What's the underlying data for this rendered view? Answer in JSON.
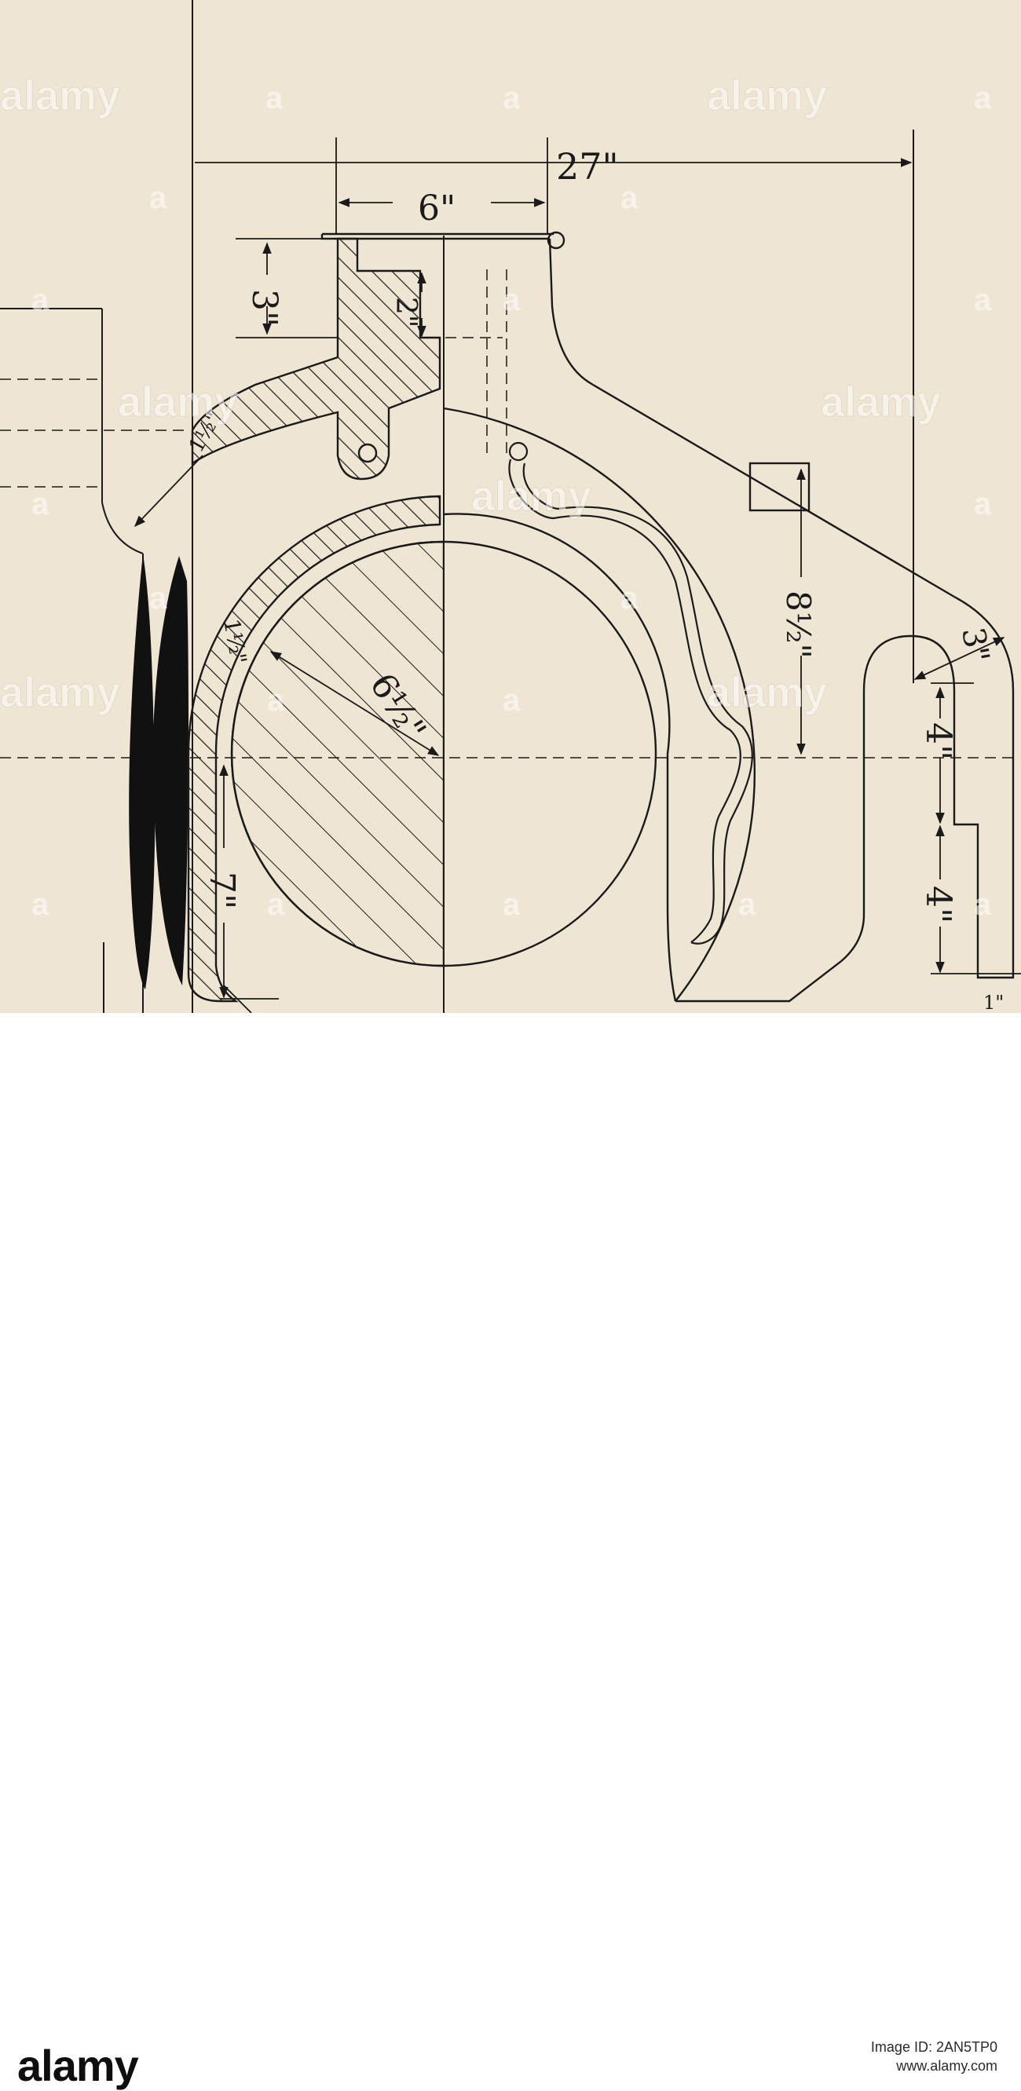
{
  "drawing": {
    "labels": {
      "overall_width": "27\"",
      "neck_width": "6\"",
      "neck_depth": "3\"",
      "seat_depth": "2\"",
      "wall_left": "1½\"",
      "shell_thickness": "1½\"",
      "shaft_radius": "6½\"",
      "lower_left": "7\"",
      "right_height": "8½\"",
      "jaw_radius": "3\"",
      "jaw_upper": "4\"",
      "jaw_lower": "4\"",
      "jaw_offset": "1\""
    }
  },
  "watermark": {
    "word": "alamy",
    "letter": "a"
  },
  "footer": {
    "brand": "alamy",
    "image_id_line": "Image ID: 2AN5TP0",
    "site": "www.alamy.com"
  }
}
